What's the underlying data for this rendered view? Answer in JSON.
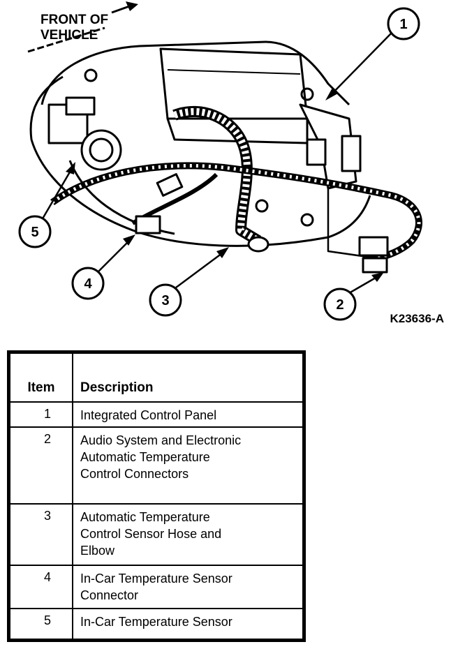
{
  "figure": {
    "front_label_line1": "FRONT OF",
    "front_label_line2": "VEHICLE",
    "figure_id": "K23636-A",
    "callouts": [
      "1",
      "2",
      "3",
      "4",
      "5"
    ]
  },
  "legend": {
    "header_item": "Item",
    "header_description": "Description",
    "rows": [
      {
        "item": "1",
        "lines": [
          "Integrated Control Panel"
        ]
      },
      {
        "item": "2",
        "lines": [
          "Audio System and Electronic",
          "Automatic Temperature",
          "Control Connectors"
        ]
      },
      {
        "item": "3",
        "lines": [
          "Automatic Temperature",
          "Control Sensor Hose and",
          "Elbow"
        ]
      },
      {
        "item": "4",
        "lines": [
          "In-Car Temperature Sensor",
          "Connector"
        ]
      },
      {
        "item": "5",
        "lines": [
          "In-Car Temperature Sensor"
        ]
      }
    ]
  }
}
